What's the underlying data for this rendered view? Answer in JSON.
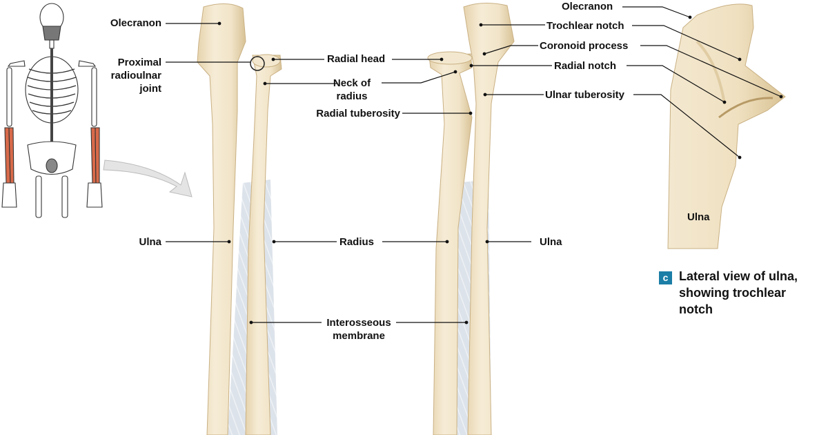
{
  "figure_letter": "c",
  "caption": [
    "Lateral view of ulna,",
    "showing trochlear",
    "notch"
  ],
  "left_view": {
    "olecranon": "Olecranon",
    "proximal_radioulnar_joint": [
      "Proximal",
      "radioulnar",
      "joint"
    ],
    "radial_head": "Radial head",
    "neck_of_radius": [
      "Neck of",
      "radius"
    ],
    "radial_tuberosity": "Radial tuberosity",
    "ulna": "Ulna",
    "radius": "Radius",
    "interosseous_membrane": [
      "Interosseous",
      "membrane"
    ]
  },
  "middle_view": {
    "trochlear_notch": "Trochlear notch",
    "coronoid_process": "Coronoid process",
    "radial_notch": "Radial notch",
    "ulnar_tuberosity": "Ulnar tuberosity",
    "ulna": "Ulna"
  },
  "right_view": {
    "olecranon": "Olecranon",
    "ulna": "Ulna"
  },
  "colors": {
    "bone": "#efe2c2",
    "bone_shade": "#d9c49a",
    "membrane": "#d7dee6",
    "highlight_bone": "#d86a4a",
    "accent": "#1b7ea6"
  }
}
